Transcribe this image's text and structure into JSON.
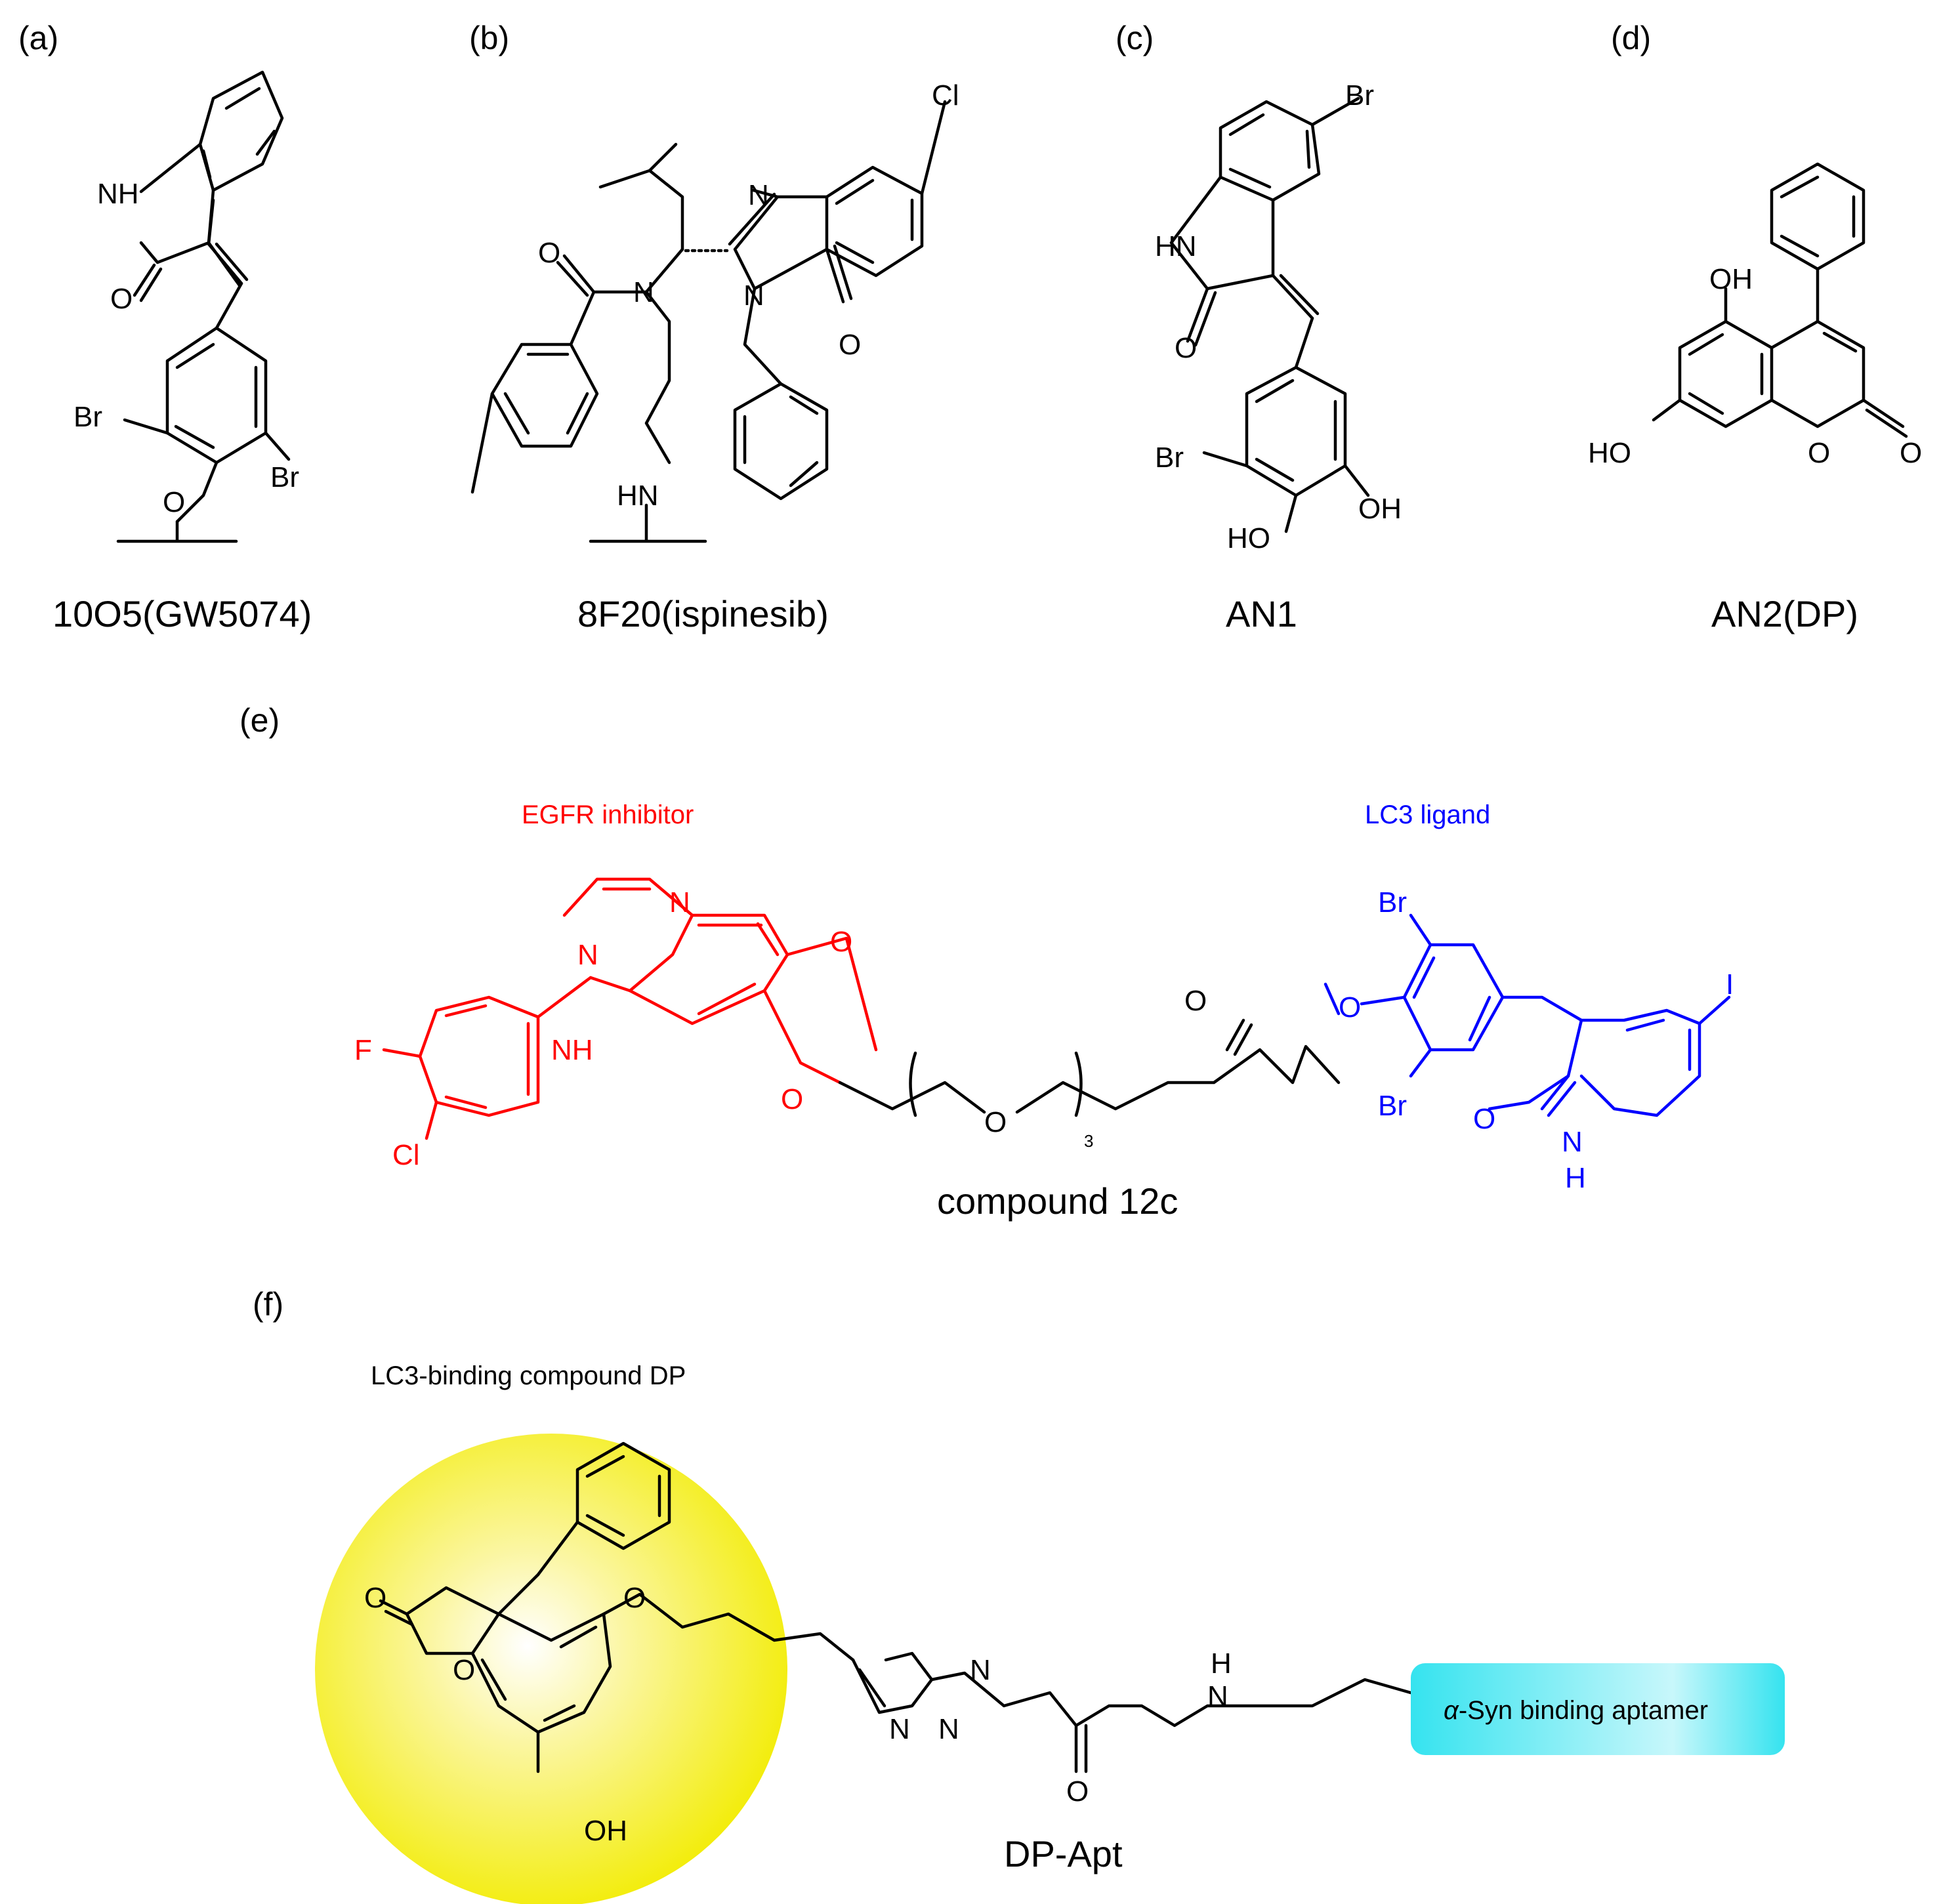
{
  "panels": {
    "a": {
      "label": "(a)",
      "name": "10O5(GW5074)",
      "atoms": {
        "nh": "NH",
        "o": "O",
        "br1": "Br",
        "br2": "Br",
        "o_ether": "O"
      }
    },
    "b": {
      "label": "(b)",
      "name": "8F20(ispinesib)",
      "atoms": {
        "cl": "Cl",
        "n1": "N",
        "n2": "N",
        "n3": "N",
        "o1": "O",
        "o2": "O",
        "hn": "HN"
      }
    },
    "c": {
      "label": "(c)",
      "name": "AN1",
      "atoms": {
        "br1": "Br",
        "hn": "HN",
        "o": "O",
        "br2": "Br",
        "oh": "OH",
        "ho": "HO"
      }
    },
    "d": {
      "label": "(d)",
      "name": "AN2(DP)",
      "atoms": {
        "oh": "OH",
        "ho": "HO",
        "o_ring": "O",
        "o_carbonyl": "O"
      }
    },
    "e": {
      "label": "(e)",
      "name": "compound 12c",
      "egfr_label": "EGFR inhibitor",
      "lc3_label": "LC3 ligand",
      "repeat_count": "3",
      "atoms": {
        "n1": "N",
        "n2": "N",
        "nh": "NH",
        "f": "F",
        "cl": "Cl",
        "o_me": "O",
        "o_link": "O",
        "o_peg": "O",
        "o_keto": "O",
        "o_aryl": "O",
        "br1": "Br",
        "br2": "Br",
        "i": "I",
        "o_lactam": "O",
        "nh_lactam": "N",
        "h_lactam": "H"
      }
    },
    "f": {
      "label": "(f)",
      "name": "DP-Apt",
      "dp_label": "LC3-binding compound DP",
      "aptamer_prefix": "α",
      "aptamer_label": "-Syn binding aptamer",
      "atoms": {
        "o_carbonyl": "O",
        "o_ring": "O",
        "o_ether": "O",
        "oh": "OH",
        "n1": "N",
        "n2": "N",
        "n3": "N",
        "nh_n": "N",
        "nh_h": "H",
        "o_amide": "O"
      }
    }
  },
  "colors": {
    "egfr": "#ff0000",
    "lc3": "#0000ff",
    "dp_highlight": "#f2ec00",
    "aptamer_box": "#35e3ef"
  }
}
